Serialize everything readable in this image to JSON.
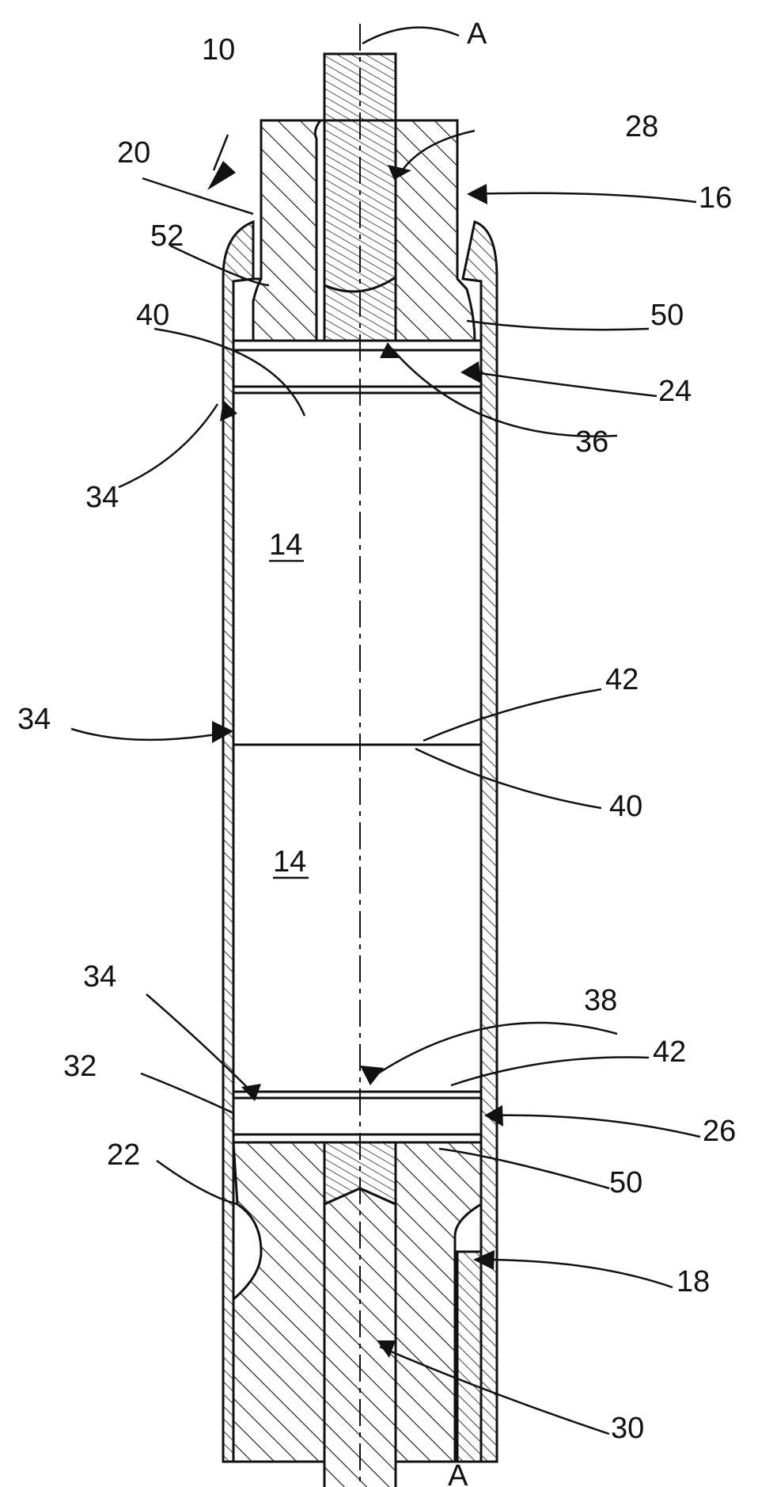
{
  "figure": {
    "labels": {
      "axis_top": "A",
      "axis_bottom": "A",
      "n10": "10",
      "n20": "20",
      "n28": "28",
      "n16": "16",
      "n52": "52",
      "n40a": "40",
      "n50a": "50",
      "n24": "24",
      "n36": "36",
      "n34a": "34",
      "n14a": "14",
      "n42a": "42",
      "n34b": "34",
      "n40b": "40",
      "n14b": "14",
      "n34c": "34",
      "n38": "38",
      "n42b": "42",
      "n32": "32",
      "n26": "26",
      "n22": "22",
      "n50b": "50",
      "n18": "18",
      "n30": "30"
    },
    "colors": {
      "ink": "#111111",
      "paper": "#ffffff"
    }
  }
}
